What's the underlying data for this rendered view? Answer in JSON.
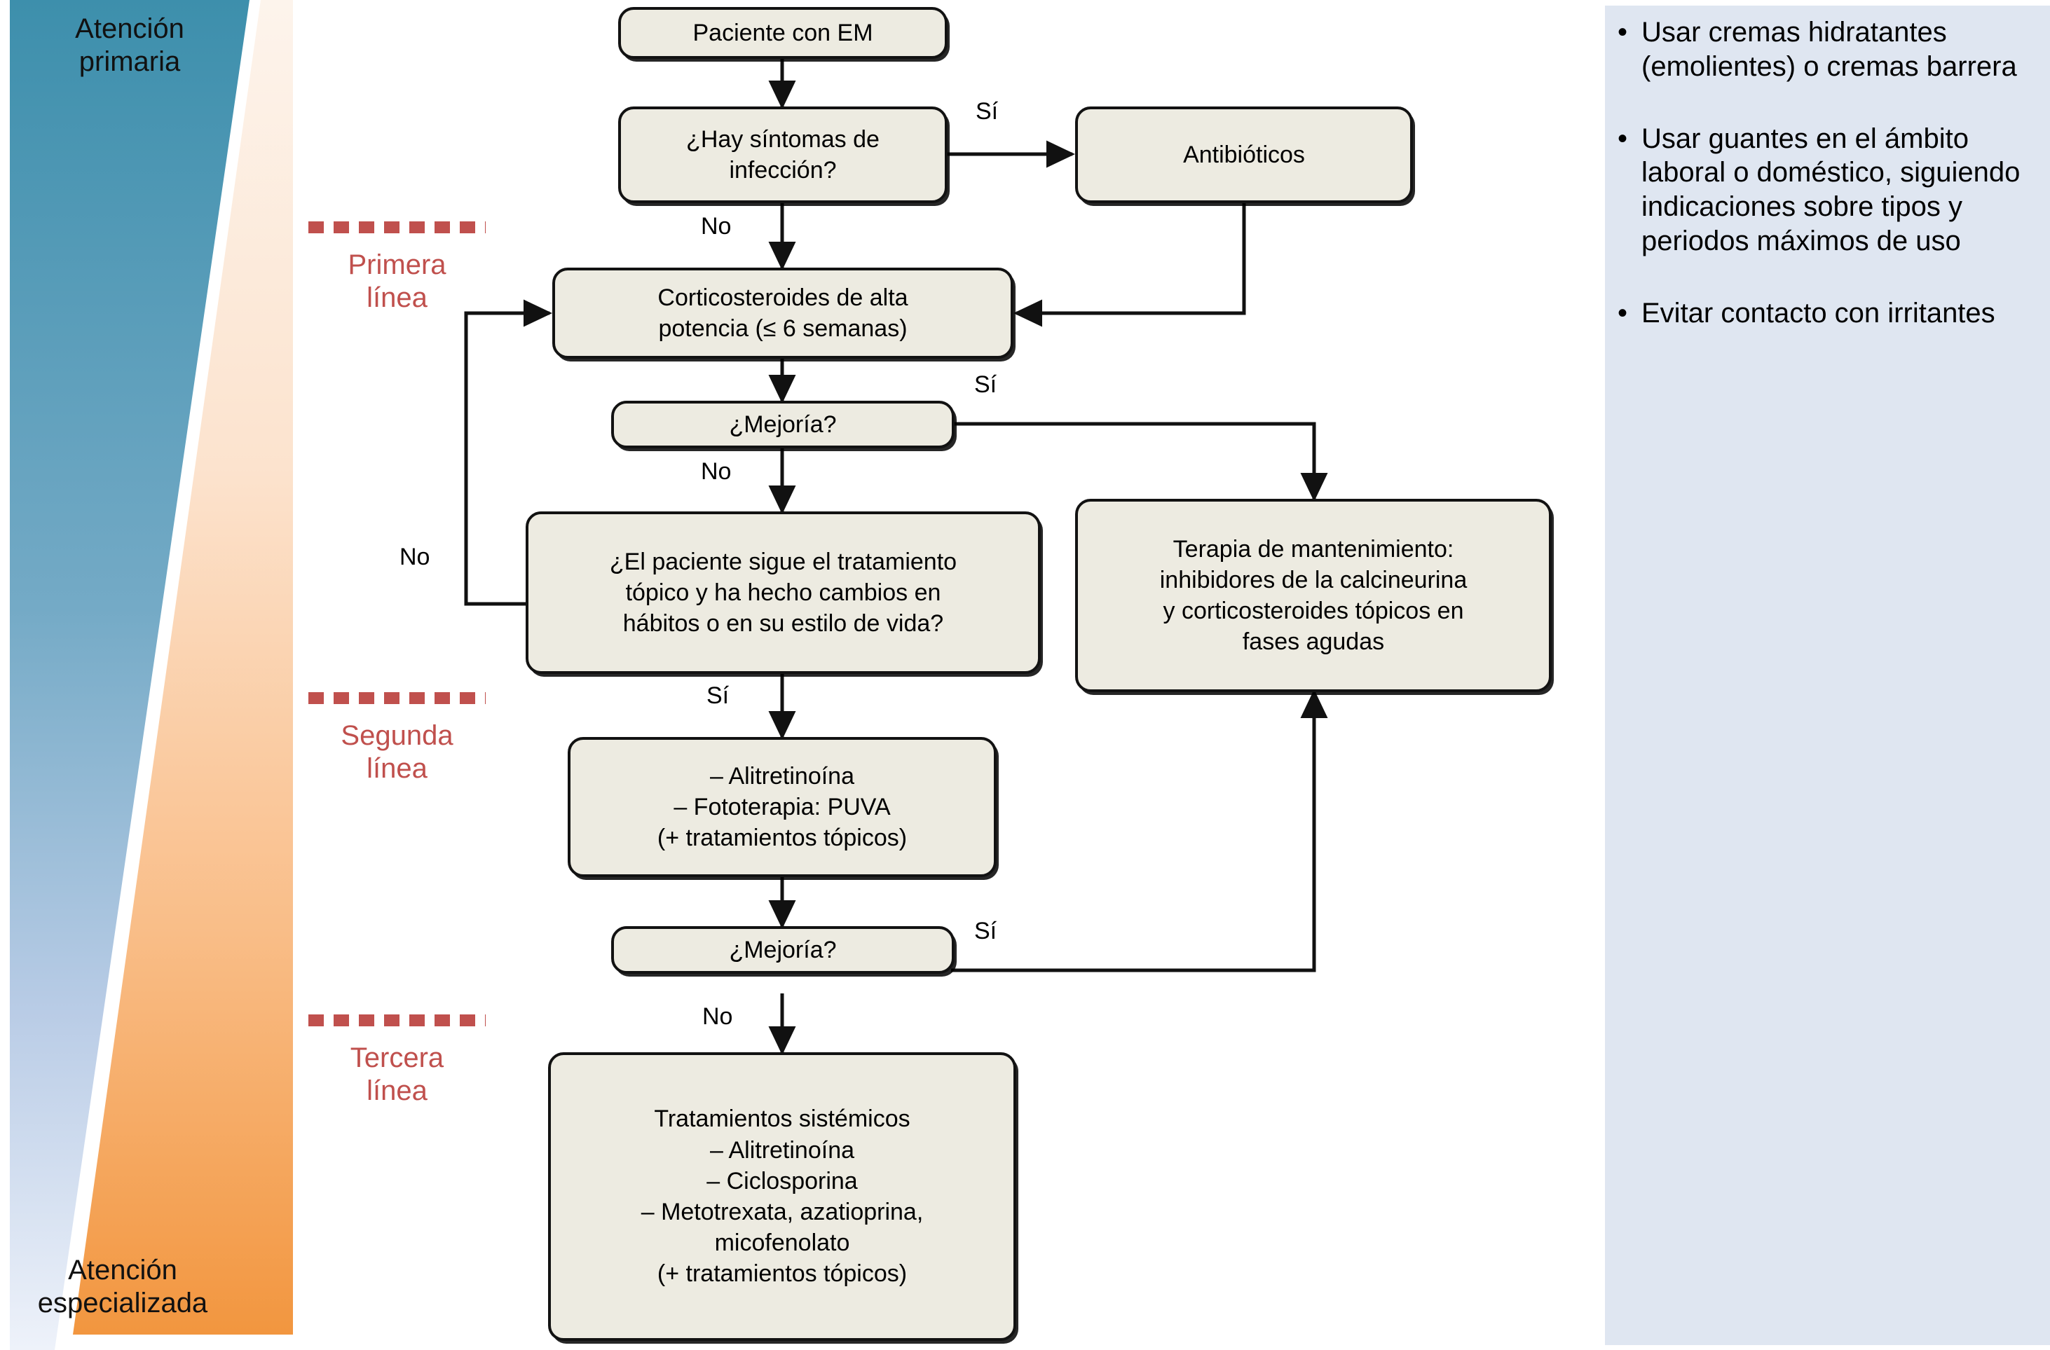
{
  "care_levels": {
    "primary": "Atención\nprimaria",
    "specialized": "Atención\nespecializada",
    "primary_color": "#3D8FAC",
    "specialized_color": "#F39A4F"
  },
  "therapy_tiers": [
    {
      "id": "first",
      "label": "Primera\nlínea"
    },
    {
      "id": "second",
      "label": "Segunda\nlínea"
    },
    {
      "id": "third",
      "label": "Tercera\nlínea"
    }
  ],
  "tier_color": "#C0504D",
  "node_fill": "#EDEBE1",
  "node_border": "#121212",
  "nodes": {
    "patient": "Paciente con EM",
    "infection": "¿Hay síntomas de\ninfección?",
    "antibiotics": "Antibióticos",
    "corticosteroids": "Corticosteroides de alta\npotencia (≤ 6 semanas)",
    "improvement1": "¿Mejoría?",
    "adherence": "¿El paciente sigue el tratamiento\ntópico y ha hecho cambios en\nhábitos o en su estilo de vida?",
    "maintenance": "Terapia de mantenimiento:\ninhibidores de la calcineurina\ny corticosteroides tópicos en\nfases agudas",
    "second_line": "– Alitretinoína\n– Fototerapia: PUVA\n(+ tratamientos tópicos)",
    "improvement2": "¿Mejoría?",
    "systemic": "Tratamientos sistémicos\n– Alitretinoína\n– Ciclosporina\n– Metotrexata, azatioprina,\nmicofenolato\n(+ tratamientos tópicos)"
  },
  "edge_labels": {
    "infection_yes": "Sí",
    "infection_no": "No",
    "improvement1_yes": "Sí",
    "improvement1_no": "No",
    "adherence_no": "No",
    "adherence_yes": "Sí",
    "improvement2_yes": "Sí",
    "improvement2_no": "No"
  },
  "advice": {
    "bullet_glyph": "•",
    "items": [
      "Usar cremas hidratantes (emolientes) o cremas barrera",
      "Usar guantes en el ámbito laboral o doméstico, siguiendo indicaciones sobre tipos y periodos máximos de uso",
      "Evitar contacto con irritantes"
    ],
    "background": "#DFE6F1"
  }
}
